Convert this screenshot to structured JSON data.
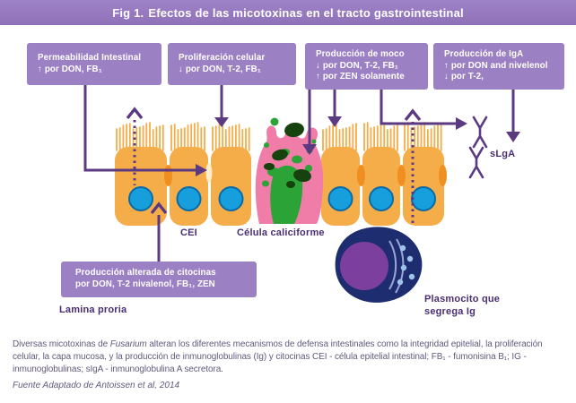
{
  "title": {
    "fig": "Fig 1.",
    "text": "Efectos de las micotoxinas en el tracto gastrointestinal"
  },
  "callouts": {
    "permeability": {
      "line1": "Permeabilidad Intestinal",
      "line2": "↑ por DON, FB₁"
    },
    "proliferation": {
      "line1": "Proliferación celular",
      "line2": "↓ por DON, T-2, FB₁"
    },
    "mucus": {
      "line1": "Producción de moco",
      "line2": "↓ por DON, T-2, FB₁",
      "line3": "↑ por ZEN solamente"
    },
    "iga": {
      "line1": "Producción de IgA",
      "line2": "↑ por DON and nivelenol",
      "line3": "↓ por T-2,"
    },
    "cytokines": {
      "line1": "Producción alterada de citocinas",
      "line2": "por DON, T-2 nivalenol, FB₁, ZEN"
    }
  },
  "labels": {
    "cei": "CEI",
    "goblet": "Célula caliciforme",
    "lamina": "Lamina proria",
    "siga": "sLgA",
    "plasma1": "Plasmocito que",
    "plasma2": "segrega Ig"
  },
  "caption": {
    "part1": "Diversas micotoxinas de ",
    "fusarium": "Fusarium",
    "part2": " alteran los diferentes mecanismos de defensa intestinales como la integridad epitelial, la proliferación celular, la capa mucosa, y la producción de inmunoglobulinas (Ig) y citocinas CEI - célula epitelial intestinal; FB₁ - fumonisina B₁; IG - inmunoglobulinas; sIgA - inmunoglobulina A secretora.",
    "source": "Fuente Adaptado de Antoissen et al, 2014"
  },
  "colors": {
    "title_bar_purple": "#9678bd",
    "callout_purple": "#9c80c4",
    "arrow_purple": "#5c3a82",
    "label_purple": "#4a2e74",
    "epithelial_orange": "#f5ad49",
    "tight_junction_orange": "#ef8f1f",
    "nucleus_blue": "#169fdc",
    "goblet_pink": "#f07ca8",
    "mucus_green": "#2ba337",
    "mucus_dark_green": "#16420e",
    "plasma_cell_navy": "#1e2d70",
    "plasma_nucleus_purple": "#7d3f9e",
    "caption_gray_purple": "#635a7d"
  }
}
